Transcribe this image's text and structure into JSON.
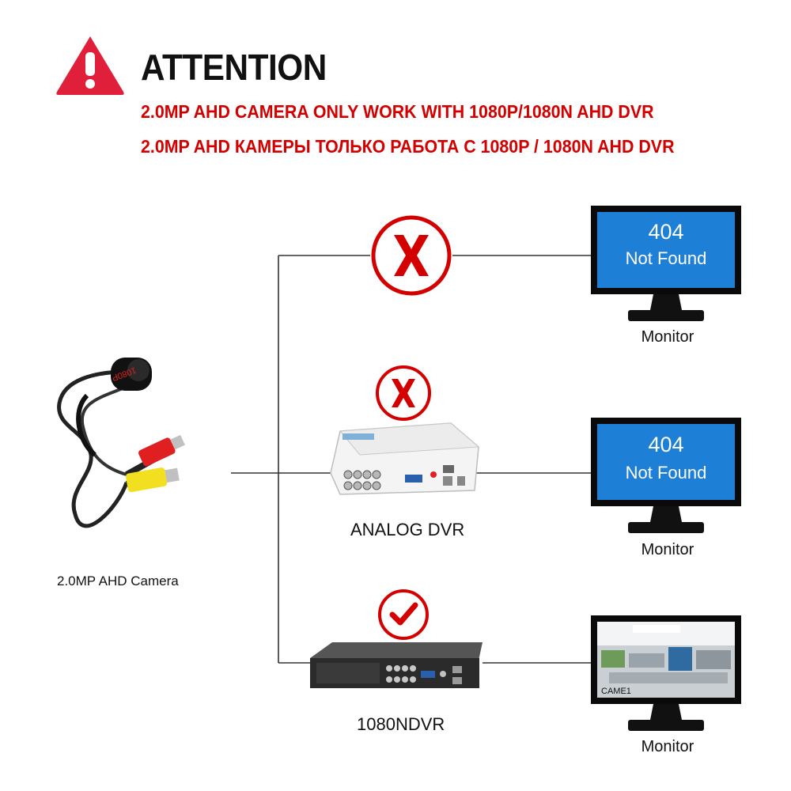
{
  "header": {
    "title": "ATTENTION",
    "line1": "2.0MP AHD CAMERA ONLY WORK WITH 1080P/1080N AHD DVR",
    "line2": "2.0MP AHD КАМЕРЫ ТОЛЬКО РАБОТА С 1080P / 1080N AHD DVR"
  },
  "camera": {
    "label": "2.0MP AHD Camera",
    "lens_text": "1080P"
  },
  "rows": [
    {
      "status": "x",
      "device_label": "",
      "monitor": {
        "line1": "404",
        "line2": "Not Found",
        "label": "Monitor"
      }
    },
    {
      "status": "x",
      "device_label": "ANALOG DVR",
      "monitor": {
        "line1": "404",
        "line2": "Not Found",
        "label": "Monitor"
      }
    },
    {
      "status": "check",
      "device_label": "1080NDVR",
      "monitor": {
        "overlay": "CAME1",
        "label": "Monitor"
      }
    }
  ],
  "colors": {
    "warning_red": "#d40000",
    "screen_blue": "#1e7fd6",
    "line": "#333333"
  }
}
